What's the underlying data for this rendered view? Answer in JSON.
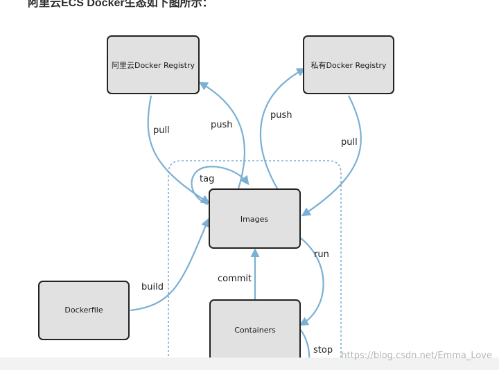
{
  "intro_text": "阿里云ECS Docker生态如下图所示：",
  "nodes": {
    "aliyun_registry": "阿里云Docker Registry",
    "private_registry": "私有Docker Registry",
    "images": "Images",
    "dockerfile": "Dockerfile",
    "containers": "Containers"
  },
  "edges": {
    "pull_left": "pull",
    "push_left": "push",
    "push_right": "push",
    "pull_right": "pull",
    "tag": "tag",
    "build": "build",
    "commit": "commit",
    "run": "run",
    "stop": "stop"
  },
  "colors": {
    "edge": "#7ab0d3",
    "node_fill": "#e1e1e1",
    "node_stroke": "#222222"
  },
  "watermark": "https://blog.csdn.net/Emma_Love"
}
